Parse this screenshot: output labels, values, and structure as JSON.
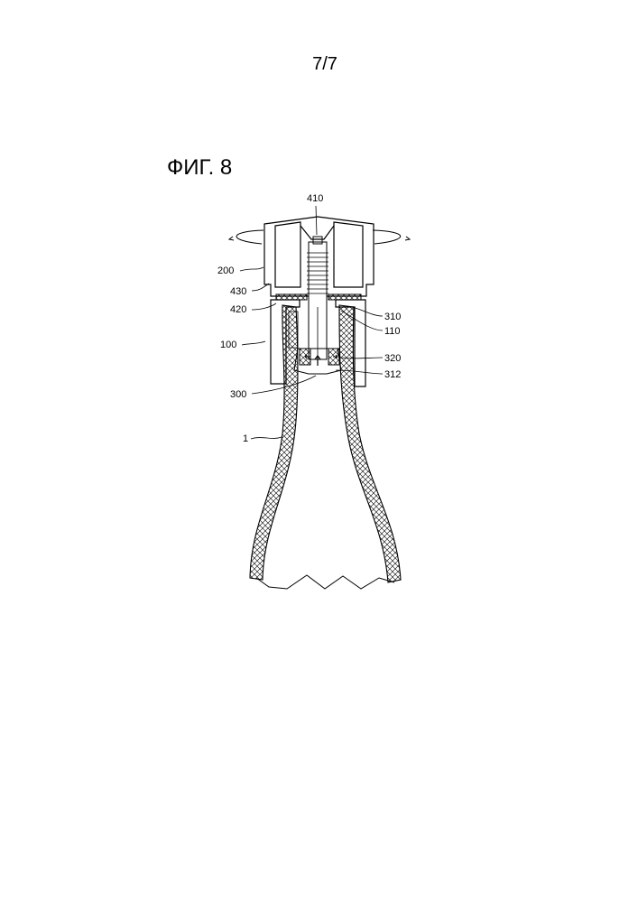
{
  "page": {
    "number": "7/7"
  },
  "figure": {
    "title": "ФИГ. 8"
  },
  "labels": {
    "l410": "410",
    "l200": "200",
    "l430": "430",
    "l420": "420",
    "l100": "100",
    "l300": "300",
    "l1": "1",
    "l310": "310",
    "l110": "110",
    "l320": "320",
    "l312": "312"
  }
}
